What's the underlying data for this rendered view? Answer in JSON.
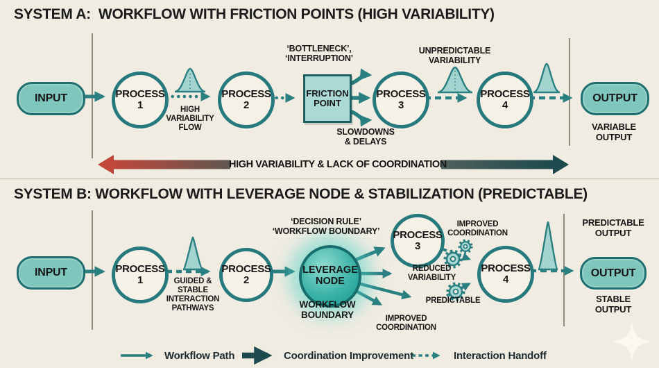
{
  "colors": {
    "background": "#f1ece2",
    "teal": "#2a7f80",
    "teal_dark": "#1d4a4d",
    "teal_fill": "#7fc6bd",
    "teal_light": "#abd9d5",
    "red": "#c1473b",
    "text": "#161616"
  },
  "system_a": {
    "title": "SYSTEM A:  WORKFLOW WITH FRICTION POINTS (HIGH VARIABILITY)",
    "input_label": "INPUT",
    "output_label": "OUTPUT",
    "processes": [
      "PROCESS\n1",
      "PROCESS\n2",
      "PROCESS\n3",
      "PROCESS\n4"
    ],
    "friction_label": "FRICTION\nPOINT",
    "bottleneck_label": "‘BOTTLENECK’,\n‘INTERRUPTION’",
    "high_variability_flow_label": "HIGH\nVARIABILITY\nFLOW",
    "slowdowns_label": "SLOWDOWNS\n& DELAYS",
    "unpredictable_label": "UNPREDICTABLE\nVARIABILITY",
    "variable_output_label": "VARIABLE\nOUTPUT",
    "banner_label": "HIGH VARIABILITY & LACK OF COORDINATION"
  },
  "system_b": {
    "title": "SYSTEM B: WORKFLOW WITH LEVERAGE NODE & STABILIZATION (PREDICTABLE)",
    "input_label": "INPUT",
    "output_label": "OUTPUT",
    "processes": [
      "PROCESS\n1",
      "PROCESS\n2",
      "PROCESS\n3",
      "PROCESS\n4"
    ],
    "leverage_label": "LEVERAGE\nNODE",
    "decision_rule_label": "‘DECISION RULE’\n‘WORKFLOW BOUNDARY’",
    "guided_label": "GUIDED &\nSTABLE\nINTERACTION\nPATHWAYS",
    "workflow_boundary_label": "WORKFLOW\nBOUNDARY",
    "improved_coordination_top_label": "IMPROVED\nCOORDINATION",
    "reduced_variability_label": "REDUCED\nVARIABILITY",
    "predictable_label": "PREDICTABLE",
    "improved_coordination_bottom_label": "IMPROVED\nCOORDINATION",
    "predictable_output_label": "PREDICTABLE\nOUTPUT",
    "stable_output_label": "STABLE\nOUTPUT"
  },
  "legend": {
    "workflow_path": "Workflow Path",
    "coordination_improvement": "Coordination Improvement",
    "interaction_handoff": "Interaction Handoff"
  }
}
